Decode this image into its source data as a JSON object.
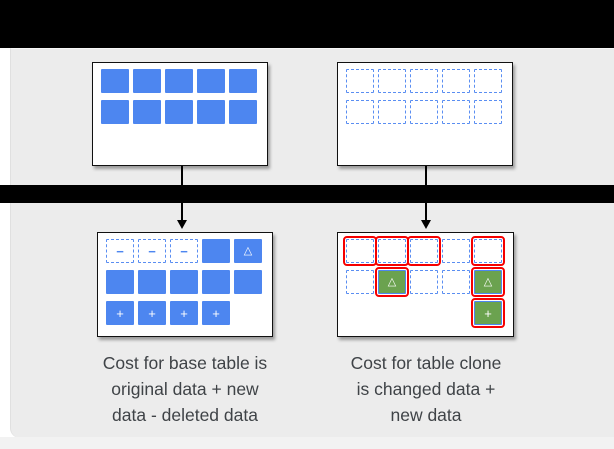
{
  "captions": {
    "left": {
      "line1": "Cost for base table is",
      "line2": "original data + new",
      "line3": "data - deleted data"
    },
    "right": {
      "line1": "Cost for table clone",
      "line2": "is changed data +",
      "line3": "new data"
    }
  },
  "glyphs": {
    "minus": "−",
    "plus": "+",
    "delta": "△"
  },
  "colors": {
    "block_blue": "#4d86f0",
    "dashed_blue": "#5a8ef2",
    "changed_green": "#6ba24f",
    "highlight_red": "#f50000",
    "panel_gray": "#ececec",
    "bar_black": "#000000",
    "caption_text": "#3f4347"
  },
  "boxes": {
    "top_left": {
      "rows": [
        [
          "F",
          "F",
          "F",
          "F",
          "F"
        ],
        [
          "F",
          "F",
          "F",
          "F",
          "F"
        ]
      ]
    },
    "top_right": {
      "rows": [
        [
          "D",
          "D",
          "D",
          "D",
          "D"
        ],
        [
          "D",
          "D",
          "D",
          "D",
          "D"
        ]
      ]
    },
    "bottom_left": {
      "rows": [
        [
          "D-",
          "D-",
          "D-",
          "F",
          "FT"
        ],
        [
          "F",
          "F",
          "F",
          "F",
          "F"
        ],
        [
          "F+",
          "F+",
          "F+",
          "F+",
          "E"
        ]
      ]
    },
    "bottom_right": {
      "rows": [
        [
          "RD",
          "RD",
          "RD",
          "D",
          "RD"
        ],
        [
          "D",
          "GT",
          "D",
          "D",
          "GT"
        ],
        [
          "E",
          "E",
          "E",
          "E",
          "G+"
        ]
      ]
    }
  }
}
